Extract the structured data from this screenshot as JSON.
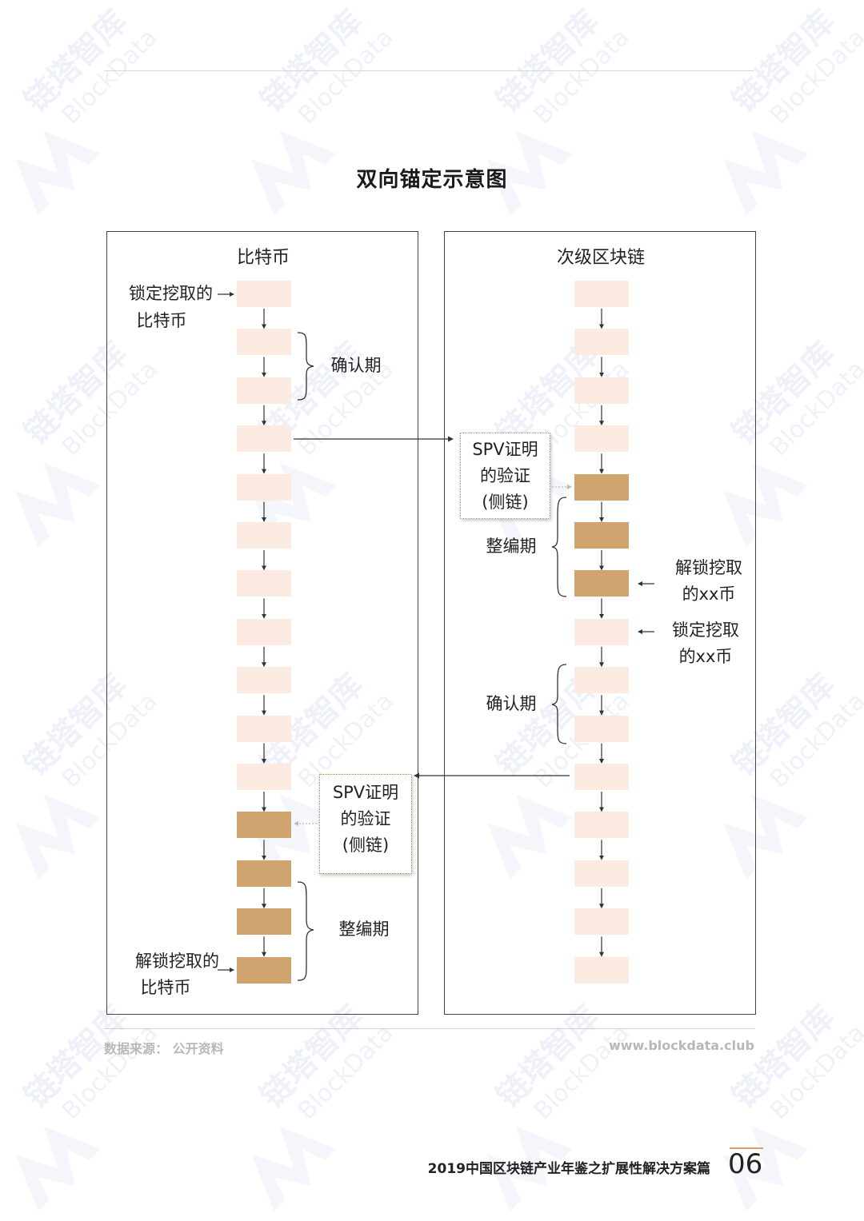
{
  "title": "双向锚定示意图",
  "watermark": {
    "cn": "链塔智库",
    "en": "BlockData"
  },
  "left_panel": {
    "title": "比特币",
    "blocks": [
      "light",
      "light",
      "light",
      "light",
      "light",
      "light",
      "light",
      "light",
      "light",
      "light",
      "light",
      "dark",
      "dark",
      "dark",
      "dark"
    ],
    "labels": {
      "lock_line1": "锁定挖取的",
      "lock_line2": "比特币",
      "confirm": "确认期",
      "consolidate": "整编期",
      "unlock_line1": "解锁挖取的",
      "unlock_line2": "比特币"
    },
    "spv_box": {
      "line1": "SPV证明",
      "line2": "的验证",
      "line3": "(侧链)"
    }
  },
  "right_panel": {
    "title": "次级区块链",
    "blocks": [
      "light",
      "light",
      "light",
      "light",
      "dark",
      "dark",
      "dark",
      "light",
      "light",
      "light",
      "light",
      "light",
      "light",
      "light",
      "light"
    ],
    "labels": {
      "consolidate": "整编期",
      "unlock_line1": "解锁挖取",
      "unlock_line2": "的xx币",
      "lock_line1": "锁定挖取",
      "lock_line2": "的xx币",
      "confirm": "确认期"
    },
    "spv_box": {
      "line1": "SPV证明",
      "line2": "的验证",
      "line3": "(侧链)"
    }
  },
  "colors": {
    "light_block": "#fcebe0",
    "dark_block": "#cfa46f",
    "accent": "#d9a066"
  },
  "footer": {
    "source": "数据来源：  公开资料",
    "website": "www.blockdata.club",
    "report_title": "2019中国区块链产业年鉴之扩展性解决方案篇",
    "page_number": "06"
  }
}
